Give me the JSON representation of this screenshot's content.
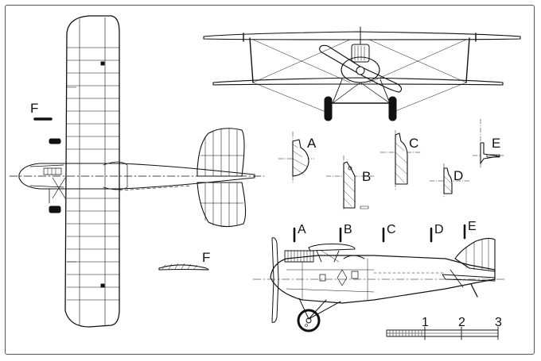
{
  "views": {
    "section_labels": [
      "A",
      "B",
      "C",
      "D",
      "E"
    ],
    "wing_section_label": "F",
    "plan_section_mark": "F"
  },
  "scale_bar": {
    "ticks": [
      "1",
      "2",
      "3"
    ]
  }
}
